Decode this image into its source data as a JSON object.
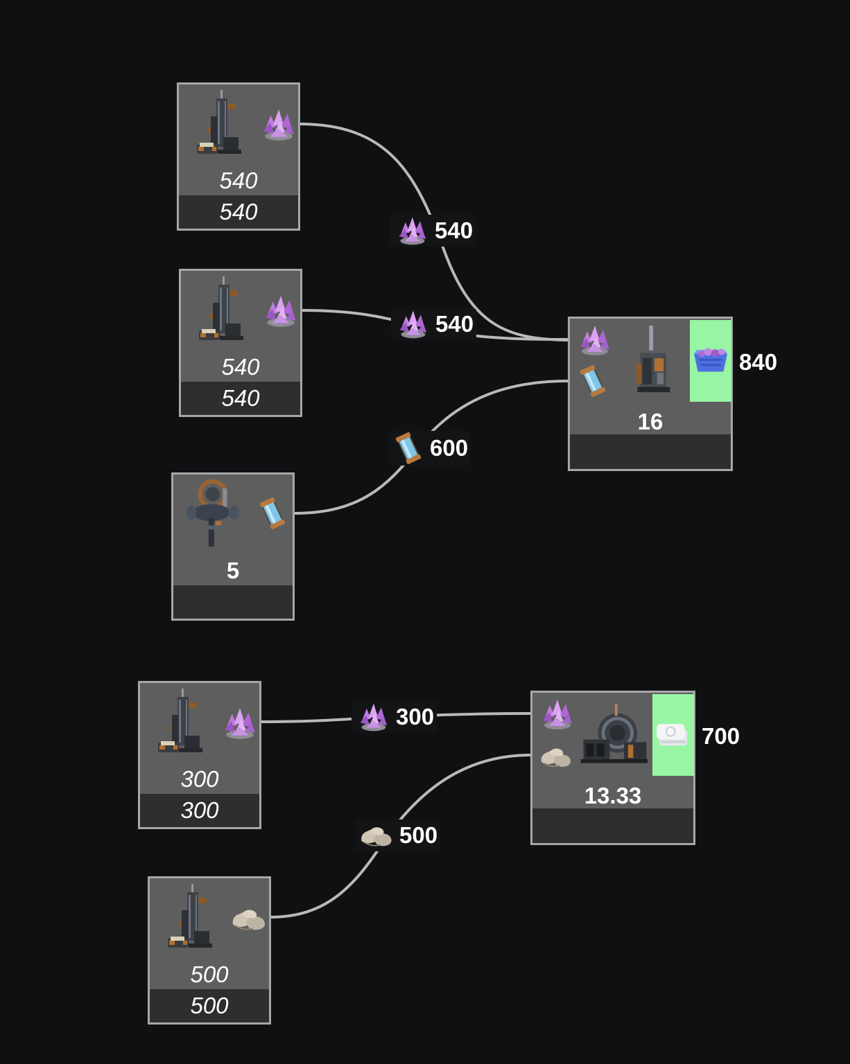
{
  "nodes": {
    "ext1": {
      "rate": "540",
      "amount": "540",
      "machine": "extractor-icon",
      "item": "crystal-icon"
    },
    "ext2": {
      "rate": "540",
      "amount": "540",
      "machine": "extractor-icon",
      "item": "crystal-icon"
    },
    "gen": {
      "count": "5",
      "machine": "generator-icon",
      "item": "canister-icon"
    },
    "proc1": {
      "count": "16",
      "output": "840",
      "machine": "processor-icon",
      "inputs": [
        "crystal-icon",
        "canister-icon"
      ],
      "product": "crate-icon"
    },
    "ext3": {
      "rate": "300",
      "amount": "300",
      "machine": "extractor-icon",
      "item": "crystal-icon"
    },
    "ext4": {
      "rate": "500",
      "amount": "500",
      "machine": "extractor-icon",
      "item": "stone-icon"
    },
    "proc2": {
      "count": "13.33",
      "output": "700",
      "machine": "refinery-icon",
      "inputs": [
        "crystal-icon",
        "stone-icon"
      ],
      "product": "bag-icon"
    }
  },
  "edges": [
    {
      "id": "e1",
      "label": "540",
      "item": "crystal-icon"
    },
    {
      "id": "e2",
      "label": "540",
      "item": "crystal-icon"
    },
    {
      "id": "e3",
      "label": "600",
      "item": "canister-icon"
    },
    {
      "id": "e4",
      "label": "300",
      "item": "crystal-icon"
    },
    {
      "id": "e5",
      "label": "500",
      "item": "stone-icon"
    }
  ],
  "colors": {
    "background": "#0f1012",
    "node": "#5e5e5e",
    "node_footer": "#2e2e2e",
    "output_highlight": "#97f5a4",
    "edge": "#b9b9b9"
  }
}
